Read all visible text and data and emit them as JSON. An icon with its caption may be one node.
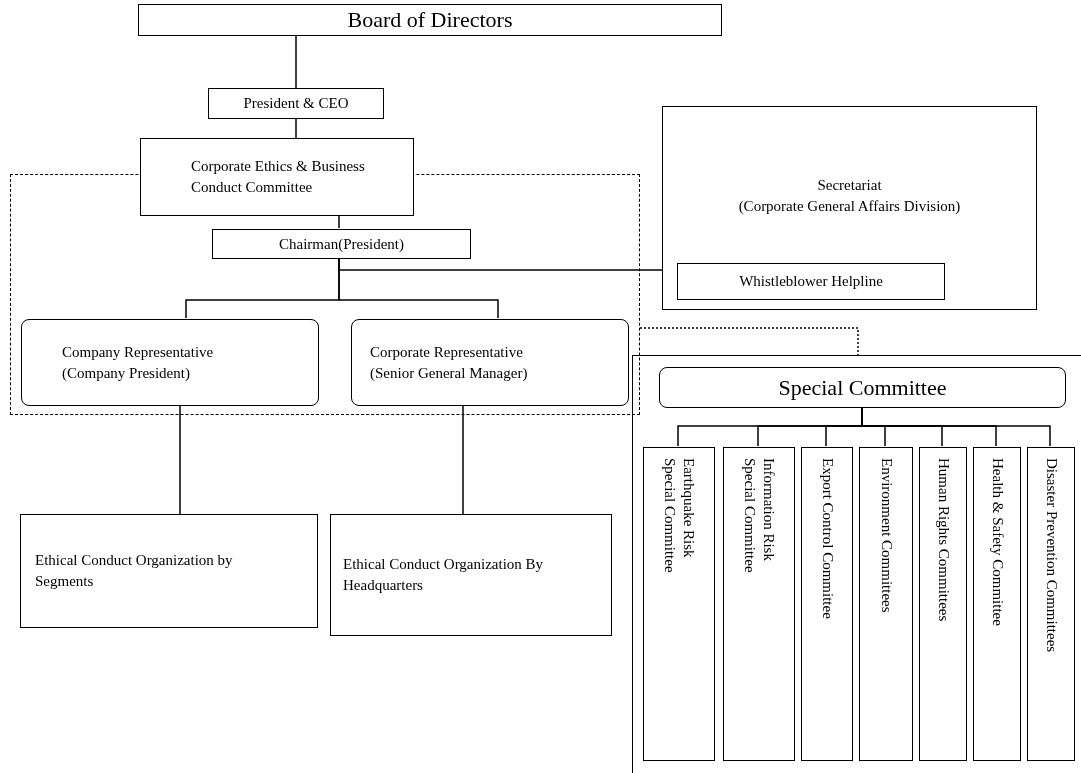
{
  "diagram": {
    "nodes": [
      {
        "text": [
          "Board of Directors"
        ]
      },
      {
        "text": [
          "President & CEO"
        ]
      },
      {
        "text": [],
        "shape": "box"
      },
      {
        "text": [
          "Corporate Ethics & Business Conduct Committee"
        ]
      },
      {
        "text": [
          "Chairman(President)"
        ],
        "in": 2
      },
      {
        "text": [
          "Secretariat",
          "(Corporate General Affairs Division)"
        ]
      },
      {
        "text": [
          "Whistleblower Helpline"
        ],
        "in": 5
      },
      {
        "text": [
          "Company Representative",
          "(Company President)"
        ],
        "in": 2
      },
      {
        "text": [
          "Corporate Representative",
          "(Senior General Manager)"
        ],
        "in": 2
      },
      {
        "text": [],
        "shape": "box"
      },
      {
        "text": [
          "Special Committee"
        ],
        "in": 9
      },
      {
        "text": [
          "Earthquake Risk Special Committee"
        ],
        "in": 9
      },
      {
        "text": [
          "Information Risk Special Committee"
        ],
        "in": 9
      },
      {
        "text": [
          "Export Control Committee"
        ],
        "in": 9
      },
      {
        "text": [
          "Environment Committees"
        ],
        "in": 9
      },
      {
        "text": [
          "Human Rights Committees"
        ],
        "in": 9
      },
      {
        "text": [
          "Health & Safety Committee"
        ],
        "in": 9
      },
      {
        "text": [
          "Disaster Prevention Committees"
        ],
        "in": 9
      },
      {
        "text": [
          "Ethical Conduct Organization by Segments"
        ]
      },
      {
        "text": [
          "Ethical Conduct Organization By Headquarters"
        ]
      }
    ],
    "edges": [
      {
        "from": 0,
        "to": 1,
        "arrow": "none"
      },
      {
        "from": 1,
        "to": 3,
        "arrow": "none"
      },
      {
        "from": 3,
        "to": 4,
        "arrow": "none"
      },
      {
        "from": 4,
        "to": 5,
        "arrow": "none"
      },
      {
        "from": 4,
        "to": 7,
        "arrow": "none"
      },
      {
        "from": 4,
        "to": 8,
        "arrow": "none"
      },
      {
        "from": 7,
        "to": 18,
        "arrow": "none"
      },
      {
        "from": 8,
        "to": 19,
        "arrow": "none"
      },
      {
        "from": 2,
        "to": 9,
        "arrow": "none",
        "style": "dashed"
      },
      {
        "from": 10,
        "to": 11,
        "arrow": "none"
      },
      {
        "from": 10,
        "to": 12,
        "arrow": "none"
      },
      {
        "from": 10,
        "to": 13,
        "arrow": "none"
      },
      {
        "from": 10,
        "to": 14,
        "arrow": "none"
      },
      {
        "from": 10,
        "to": 15,
        "arrow": "none"
      },
      {
        "from": 10,
        "to": 16,
        "arrow": "none"
      },
      {
        "from": 10,
        "to": 17,
        "arrow": "none"
      }
    ]
  }
}
